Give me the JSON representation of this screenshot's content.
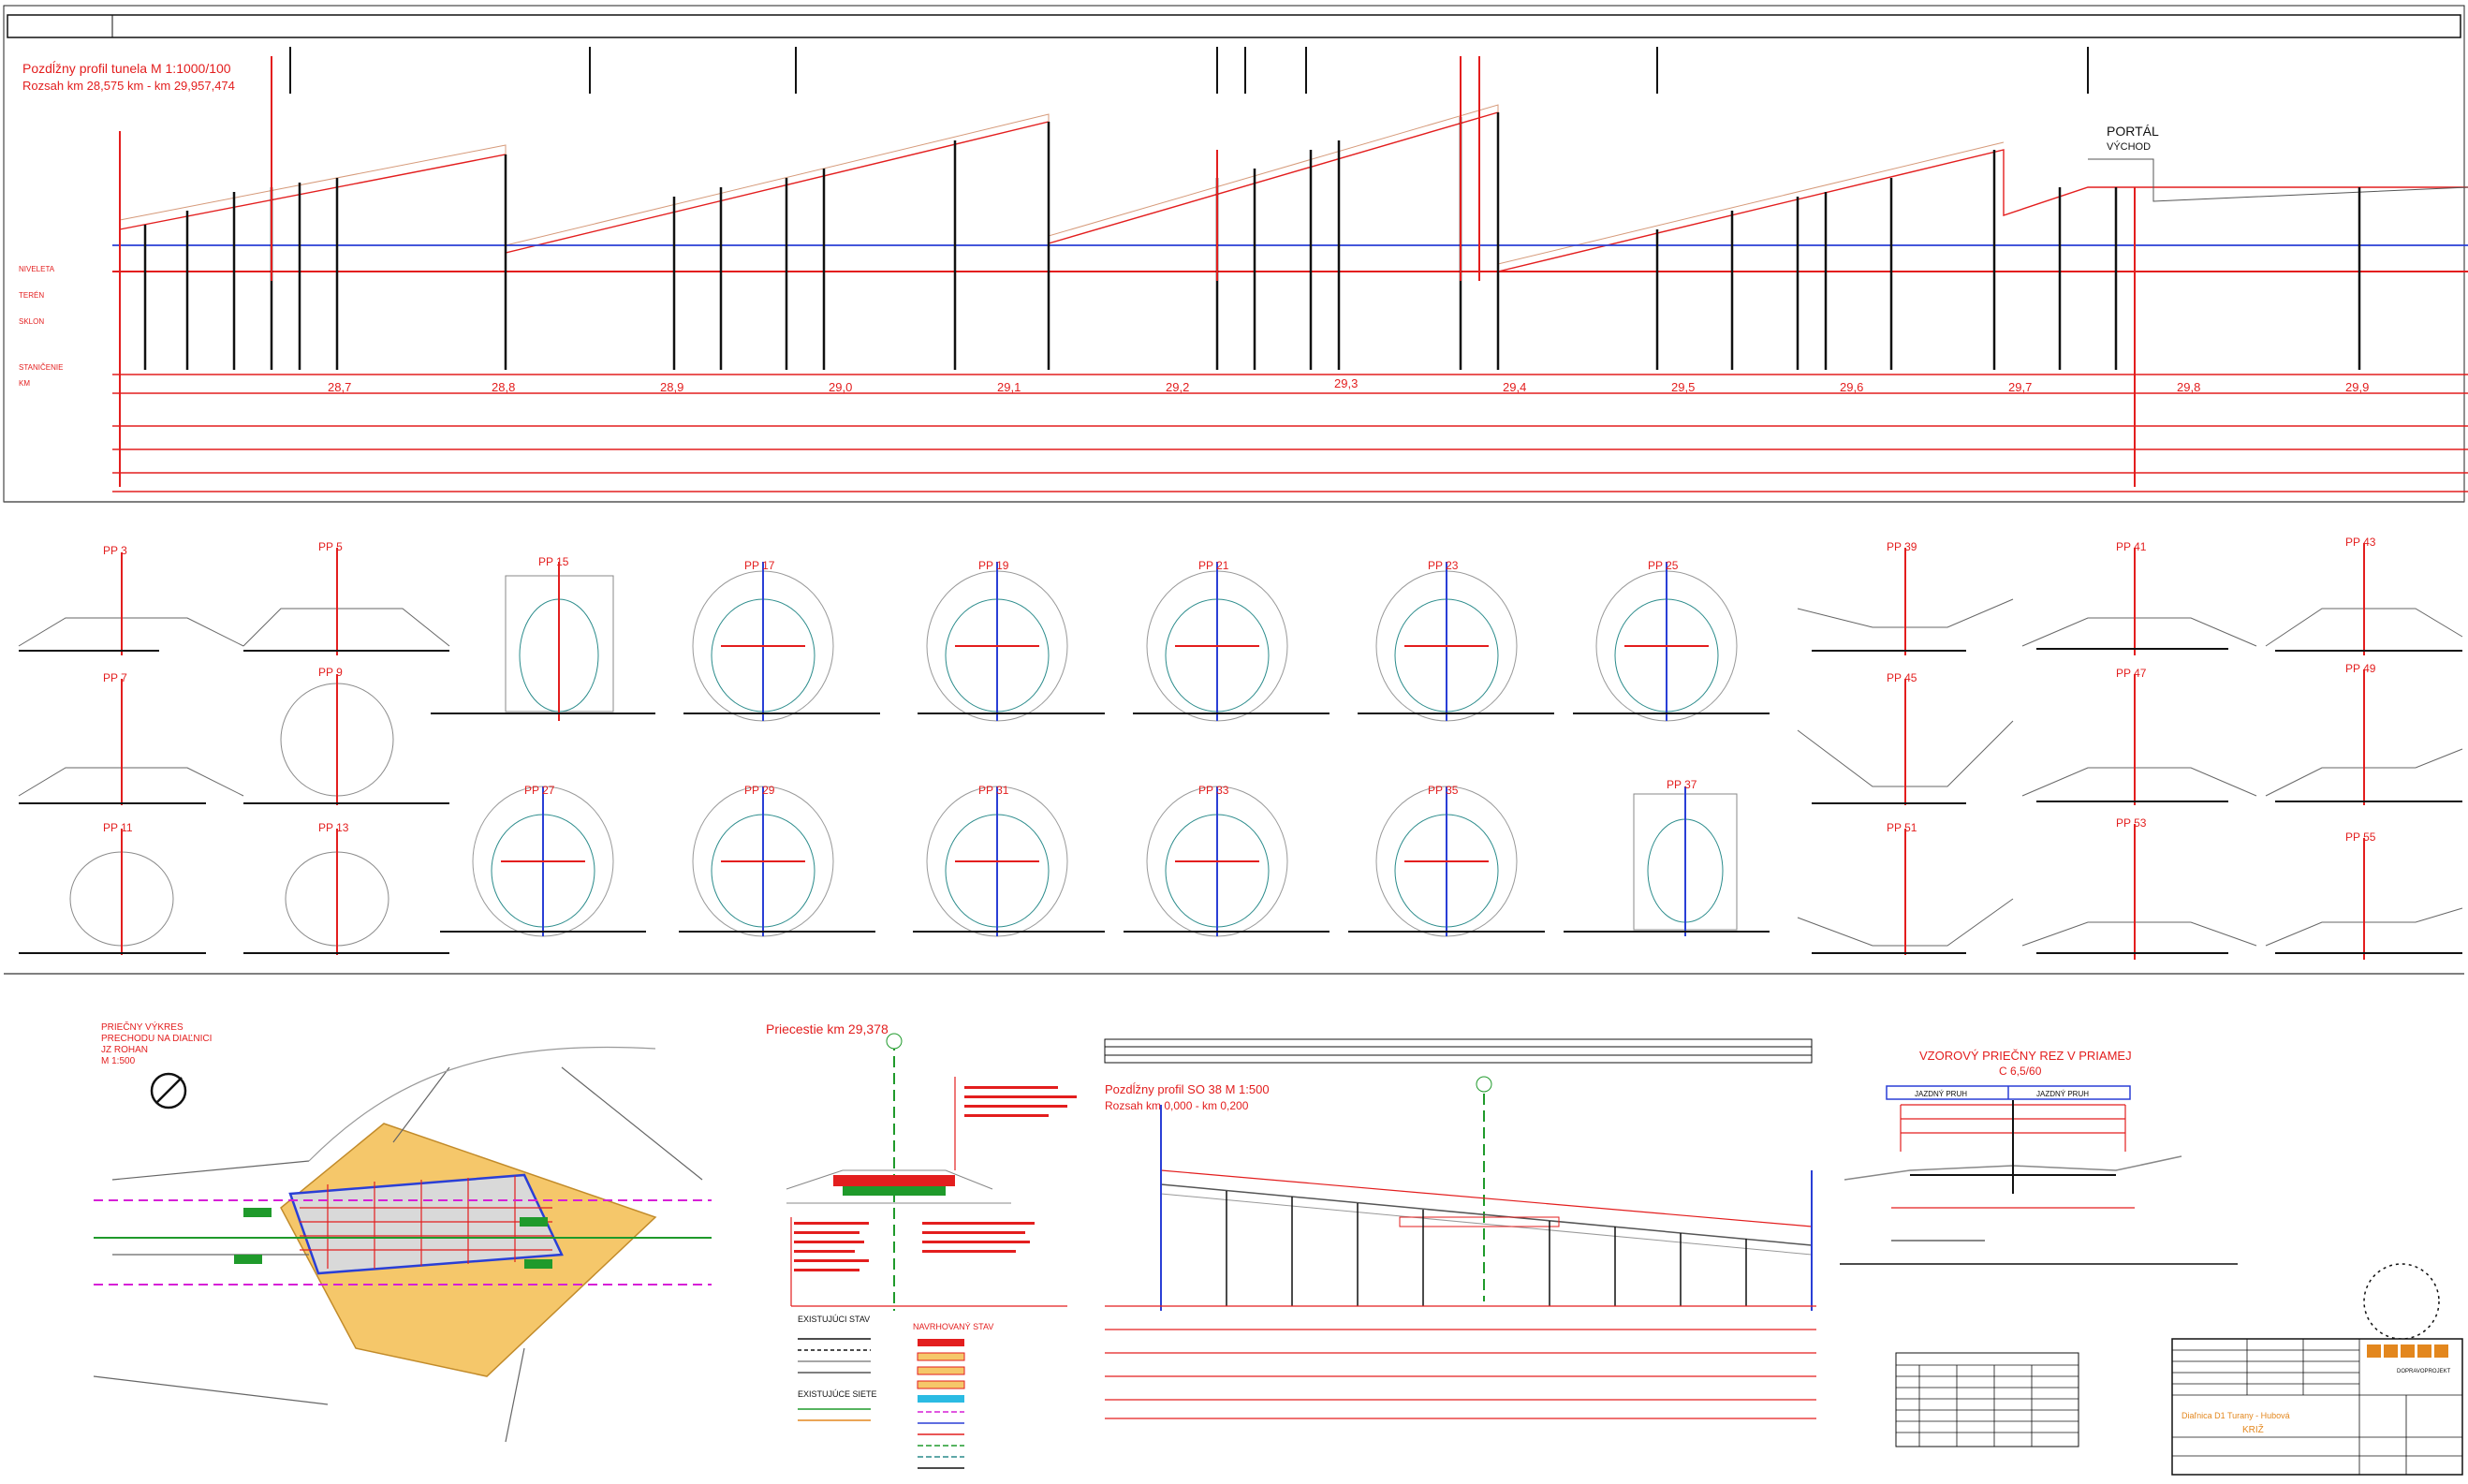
{
  "longitudinal_profile": {
    "title_line1": "Pozdĺžny profil tunela M 1:1000/100",
    "title_line2": "Rozsah km 28,575 km - km 29,957,474",
    "stations": [
      "28,7",
      "28,8",
      "28,9",
      "29,0",
      "29,1",
      "29,2",
      "29,3",
      "29,4",
      "29,5",
      "29,6",
      "29,7",
      "29,8",
      "29,9"
    ],
    "row_labels": [
      "NIVELETA",
      "TERÉN",
      "SKLON",
      "STANIČENIE",
      "KM"
    ],
    "portal_label": "PORTÁL",
    "portal_sub": "VÝCHOD"
  },
  "cross_sections": {
    "titles": [
      "PP 3",
      "PP 5",
      "PP 7",
      "PP 9",
      "PP 11",
      "PP 13",
      "PP 15",
      "PP 17",
      "PP 19",
      "PP 21",
      "PP 23",
      "PP 25",
      "PP 27",
      "PP 29",
      "PP 31",
      "PP 33",
      "PP 35",
      "PP 37",
      "PP 39",
      "PP 41",
      "PP 43",
      "PP 45",
      "PP 47",
      "PP 49",
      "PP 51",
      "PP 53",
      "PP 55"
    ]
  },
  "situation": {
    "title_lines": [
      "PRIEČNY VÝKRES",
      "PRECHODU NA DIAĽNICI",
      "JZ ROHAN",
      "M 1:500"
    ]
  },
  "crossing_section": {
    "title": "Priecestie km 29,378"
  },
  "legend": {
    "existing_title": "EXISTUJÚCI STAV",
    "new_title": "NAVRHOVANÝ STAV",
    "existing2_title": "EXISTUJÚCE SIETE"
  },
  "detail_profile": {
    "title_line1": "Pozdĺžny profil SO 38 M 1:500",
    "title_line2": "Rozsah km 0,000 - km 0,200"
  },
  "typical_section": {
    "title_line1": "VZOROVÝ PRIEČNY REZ V PRIAMEJ",
    "title_line2": "C 6,5/60",
    "lane_left": "JAZDNÝ PRUH",
    "lane_right": "JAZDNÝ PRUH"
  },
  "title_block": {
    "company": "DOPRAVOPROJEKT",
    "project_line1": "Diaľnica D1 Turany - Hubová",
    "project_line2": "KRIŽ"
  },
  "colors": {
    "red": "#e31e1e",
    "blue": "#2a3fd6",
    "green": "#1f9a2b",
    "orange_fill": "#f5c76a",
    "gray": "#8a8a8a",
    "black": "#111111"
  }
}
